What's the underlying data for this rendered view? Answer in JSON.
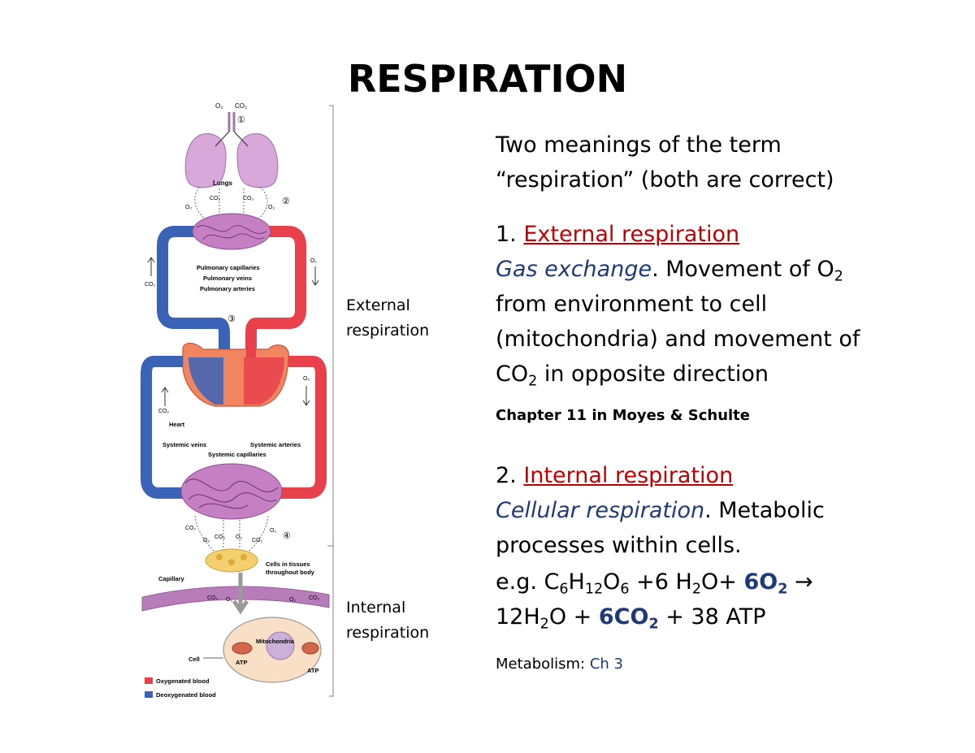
{
  "title": "RESPIRATION",
  "side_labels": {
    "external": [
      "External",
      "respiration"
    ],
    "internal": [
      "Internal",
      "respiration"
    ]
  },
  "intro": [
    "Two meanings of the term",
    "“respiration” (both are correct)"
  ],
  "section1": {
    "num": "1. ",
    "heading": "External respiration",
    "lead": "Gas exchange",
    "rest1": ". Movement of O",
    "sub2": "2",
    "line2": "from environment to cell",
    "line3": "(mitochondria) and movement of",
    "co": "CO",
    "line4_rest": " in opposite direction",
    "chapter": "Chapter 11 in Moyes & Schulte"
  },
  "section2": {
    "num": "2. ",
    "heading": "Internal respiration",
    "lead": "Cellular respiration",
    "rest1": ". Metabolic",
    "line2": "processes within cells.",
    "eq_prefix": "e.g. C",
    "c_sub": "6",
    "h": "H",
    "h_sub": "12",
    "o": "O",
    "o_sub": "6",
    "water_part": " +6 H",
    "two": "2",
    "o_plus": "O+ ",
    "six_o2": "6O",
    "arrow": " →",
    "line4_a": "12H",
    "line4_b": "O + ",
    "six_co2": "6CO",
    "line4_c": " + 38 ATP",
    "metab_label": "Metabolism: ",
    "metab_ref": "Ch 3"
  },
  "diagram": {
    "labels": {
      "o2": "O₂",
      "co2": "CO₂",
      "lungs": "Lungs",
      "pulm_cap": "Pulmonary capillaries",
      "pulm_veins": "Pulmonary veins",
      "pulm_arteries": "Pulmonary arteries",
      "heart": "Heart",
      "sys_veins": "Systemic veins",
      "sys_arteries": "Systemic arteries",
      "sys_cap": "Systemic capillaries",
      "cells_tissues": "Cells in tissues",
      "throughout_body": "throughout body",
      "capillary": "Capillary",
      "mitochondria": "Mitochondria",
      "atp": "ATP",
      "cell": "Cell",
      "legend_oxy": "Oxygenated blood",
      "legend_deoxy": "Deoxygenated blood",
      "step1": "①",
      "step2": "②",
      "step3": "③",
      "step4": "④"
    },
    "colors": {
      "oxygenated": "#e8414b",
      "deoxygenated": "#3a63b8",
      "lung": "#d7a8d9",
      "capillary": "#c77fc4",
      "cells": "#f3cf6e"
    }
  }
}
